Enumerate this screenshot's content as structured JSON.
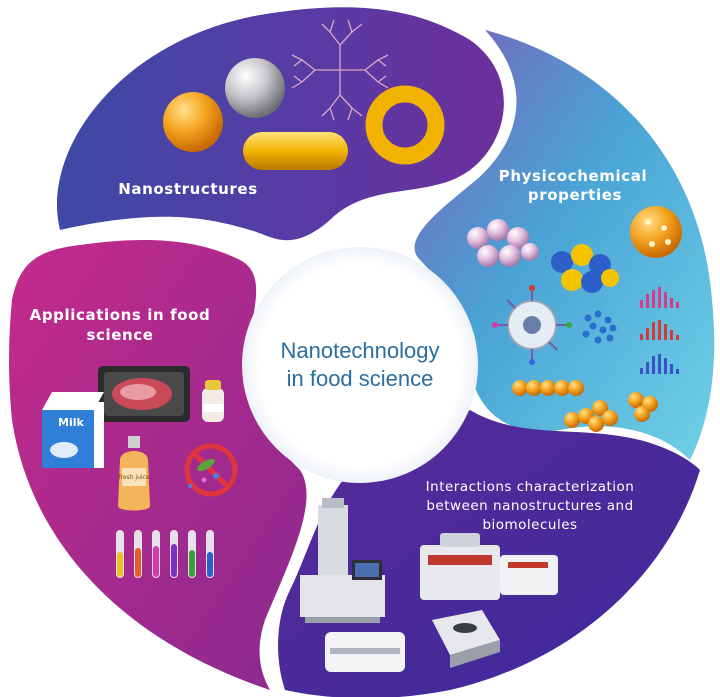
{
  "center": {
    "line1": "Nanotechnology",
    "line2": "in food science"
  },
  "segments": {
    "nanostructures": {
      "label": "Nanostructures"
    },
    "physicochemical": {
      "line1": "Physicochemical",
      "line2": "properties"
    },
    "applications": {
      "line1": "Applications in food",
      "line2": "science"
    },
    "interactions": {
      "line1": "Interactions characterization",
      "line2": "between nanostructures and",
      "line3": "biomolecules"
    }
  },
  "illustrations": {
    "milk_carton": {
      "text": "Milk"
    },
    "juice_bottle": {
      "text": "fresh juice"
    }
  },
  "colors": {
    "nanostructures": "#4b3aa0",
    "physicochemical": "#46a8d6",
    "applications": "#b5248f",
    "interactions": "#4a2fa0",
    "center_text": "#2a6ea0"
  }
}
